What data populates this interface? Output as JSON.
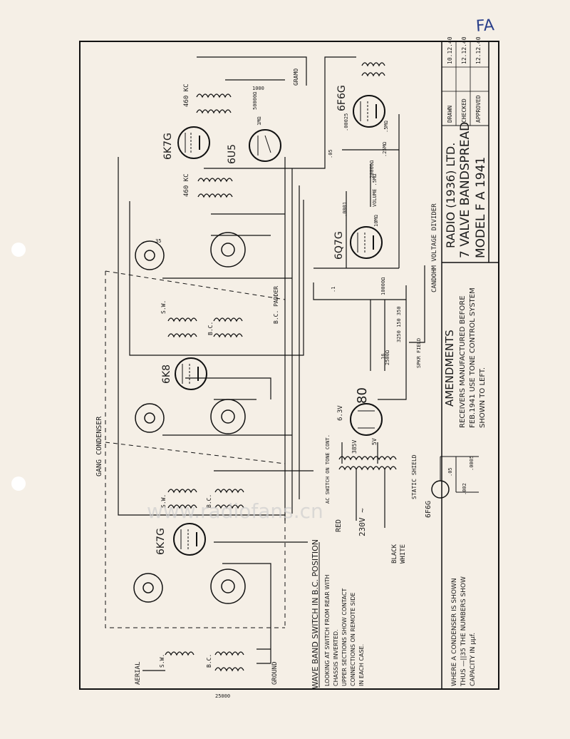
{
  "corner_tag": "FA",
  "title_block": {
    "company": "RADIO (1936) LTD.",
    "description": "7 VALVE BANDSPREAD",
    "model": "MODEL  F A   1941",
    "rows": [
      {
        "label": "DRAWN",
        "date": "10.12.40"
      },
      {
        "label": "CHECKED",
        "date": "12.12.40"
      },
      {
        "label": "APPROVED",
        "date": "12.12.40"
      }
    ]
  },
  "amendments": {
    "heading": "AMENDMENTS",
    "lines": [
      "RECEIVERS MANUFACTURED BEFORE",
      "FEB.1941 USE TONE CONTROL SYSTEM",
      "SHOWN TO LEFT."
    ]
  },
  "condenser_note": {
    "lines": [
      "WHERE A CONDENSER IS SHOWN",
      "THUS —||35 THE NUMBERS SHOW",
      "CAPACITY IN μμf."
    ]
  },
  "switch_note": {
    "heading": "WAVE BAND SWITCH IN B.C. POSITION",
    "lines": [
      "LOOKING AT SWITCH FROM REAR WITH",
      "CHASSIS INVERTED.",
      "UPPER SECTIONS SHOW CONTACT",
      "CONNECTIONS ON REMOTE SIDE",
      "IN EACH CASE."
    ]
  },
  "tubes": [
    {
      "id": "6K7G_if",
      "label": "6K7G"
    },
    {
      "id": "6U5",
      "label": "6U5"
    },
    {
      "id": "6F6G",
      "label": "6F6G"
    },
    {
      "id": "6Q7G",
      "label": "6Q7G"
    },
    {
      "id": "6K8",
      "label": "6K8"
    },
    {
      "id": "80",
      "label": "80"
    },
    {
      "id": "6K7G_rf",
      "label": "6K7G"
    },
    {
      "id": "6F6G_alt",
      "label": "6F6G"
    }
  ],
  "labels": {
    "if_upper": "460 KC",
    "if_lower": "460 KC",
    "gramo": "GRAMO",
    "gang_condenser": "GANG CONDENSER",
    "candohm": "CANDOHM VOLTAGE DIVIDER",
    "bc_padder": "B.C. PADDER",
    "aerial": "AERIAL",
    "ground": "GROUND",
    "red": "RED",
    "black": "BLACK",
    "white": "WHITE",
    "mains": "230V ~",
    "ac_switch": "AC SWITCH ON TONE CONT.",
    "static_shield": "STATIC SHIELD",
    "spkr_field": "SPKR FIELD",
    "v63": "6.3V",
    "v5": "5V",
    "v385": "385V",
    "sw": "S.W.",
    "bc": "B.C.",
    "volume": "VOLUME .5MΩ",
    "r_20000": "20000Ω",
    "r_1meg": "1MΩ",
    "r_10meg": "10MΩ",
    "r_25meg": ".25MΩ",
    "r_5meg": ".5MΩ",
    "r_50000": "50000Ω",
    "r_2500": "2500Ω",
    "r_10000": "10000Ω",
    "r_25000": "25000",
    "divider_vals": "3250 150 350",
    "c_05": ".05",
    "c_35": "35",
    "c_1000": "1000",
    "c_0001": ".0001",
    "c_16": "16",
    "c_1": ".1",
    "c_002": ".002",
    "c_0005": ".0005",
    "c_00025": ".00025"
  },
  "watermark": "www.radiofans.cn",
  "colors": {
    "paper": "#f5efe6",
    "ink": "#1a1a1a",
    "pencil": "#2a3f8a",
    "watermark": "#cfcfcf"
  }
}
